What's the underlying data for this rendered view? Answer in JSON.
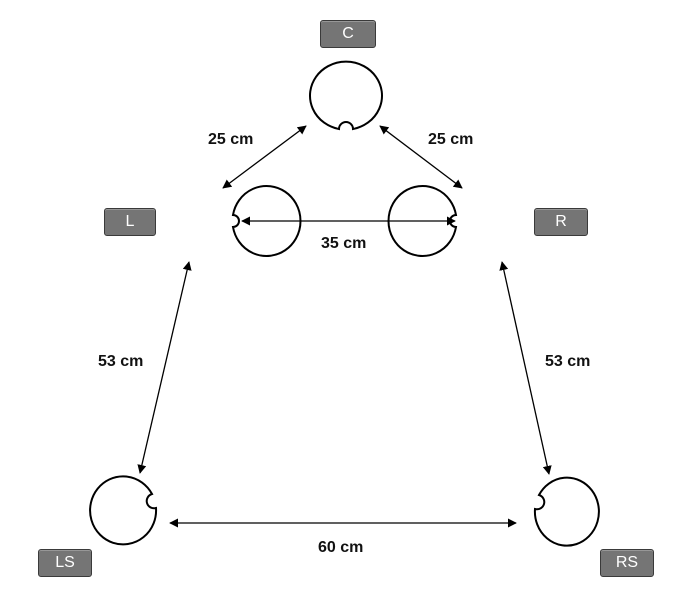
{
  "speakers": {
    "c": {
      "label": "C"
    },
    "l": {
      "label": "L"
    },
    "r": {
      "label": "R"
    },
    "ls": {
      "label": "LS"
    },
    "rs": {
      "label": "RS"
    }
  },
  "distances": {
    "c_l": "25 cm",
    "c_r": "25 cm",
    "l_r": "35 cm",
    "l_ls": "53 cm",
    "r_rs": "53 cm",
    "ls_rs": "60 cm"
  },
  "colors": {
    "label_bg": "#757575",
    "line": "#000000",
    "text": "#111111"
  }
}
